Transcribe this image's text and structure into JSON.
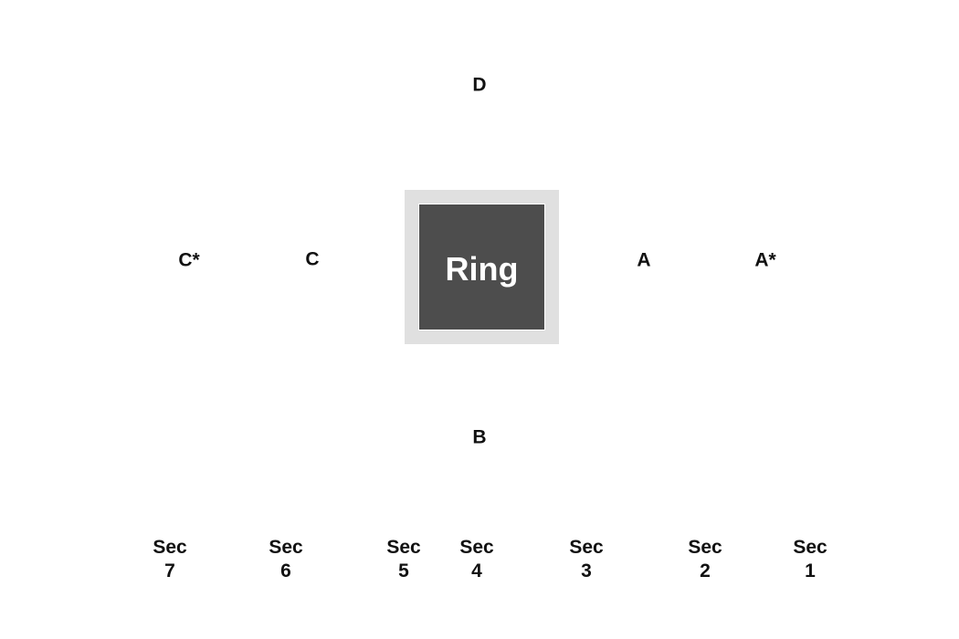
{
  "ring": {
    "label": "Ring"
  },
  "stands": {
    "north": "D",
    "south": "B",
    "east": "A",
    "east_far": "A*",
    "west": "C",
    "west_far": "C*"
  },
  "sections": [
    {
      "word": "Sec",
      "number": "7"
    },
    {
      "word": "Sec",
      "number": "6"
    },
    {
      "word": "Sec",
      "number": "5"
    },
    {
      "word": "Sec",
      "number": "4"
    },
    {
      "word": "Sec",
      "number": "3"
    },
    {
      "word": "Sec",
      "number": "2"
    },
    {
      "word": "Sec",
      "number": "1"
    }
  ],
  "colors": {
    "ring_fill": "#4d4d4d",
    "ring_border": "#e0e0e0",
    "label_text": "#111111",
    "ring_text": "#ffffff"
  }
}
